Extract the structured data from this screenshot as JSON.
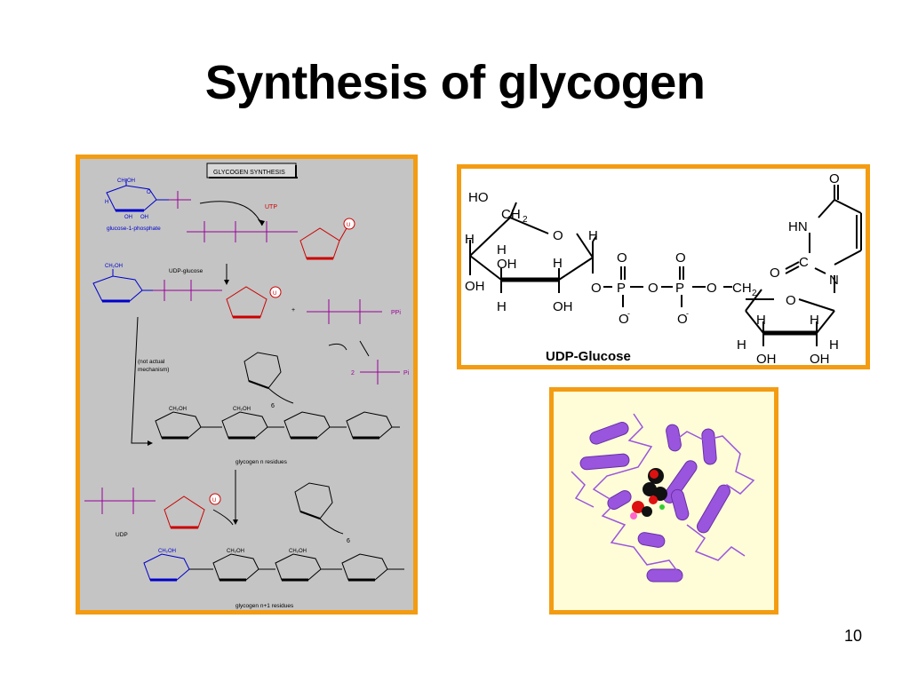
{
  "slide": {
    "title": "Synthesis of glycogen",
    "page_number": "10"
  },
  "synthesis_diagram": {
    "header": "GLYCOGEN SYNTHESIS",
    "glucose_1_phosphate": "glucose-1-phosphate",
    "utp": "UTP",
    "udp_glucose": "UDP-glucose",
    "ppi": "PPi",
    "pi": "Pi",
    "two": "2",
    "note_line1": "(not actual",
    "note_line2": "mechanism)",
    "glycogen_n": "glycogen n residues",
    "udp": "UDP",
    "glycogen_n1": "glycogen n+1 residues",
    "six": "6",
    "u": "U",
    "plus": "+"
  },
  "udp_glucose_structure": {
    "caption": "UDP-Glucose",
    "ho": "HO",
    "ch2": "CH",
    "sub2": "2",
    "o": "O",
    "h": "H",
    "oh": "OH",
    "p": "P",
    "c": "C",
    "n": "N",
    "hn": "HN",
    "ominus": "O",
    "minus": "-"
  },
  "colors": {
    "frame": "#f39c12",
    "glucose": "#0000cc",
    "ribose": "#cc0000",
    "phosphate": "#990099",
    "protein": "#9955dd"
  }
}
